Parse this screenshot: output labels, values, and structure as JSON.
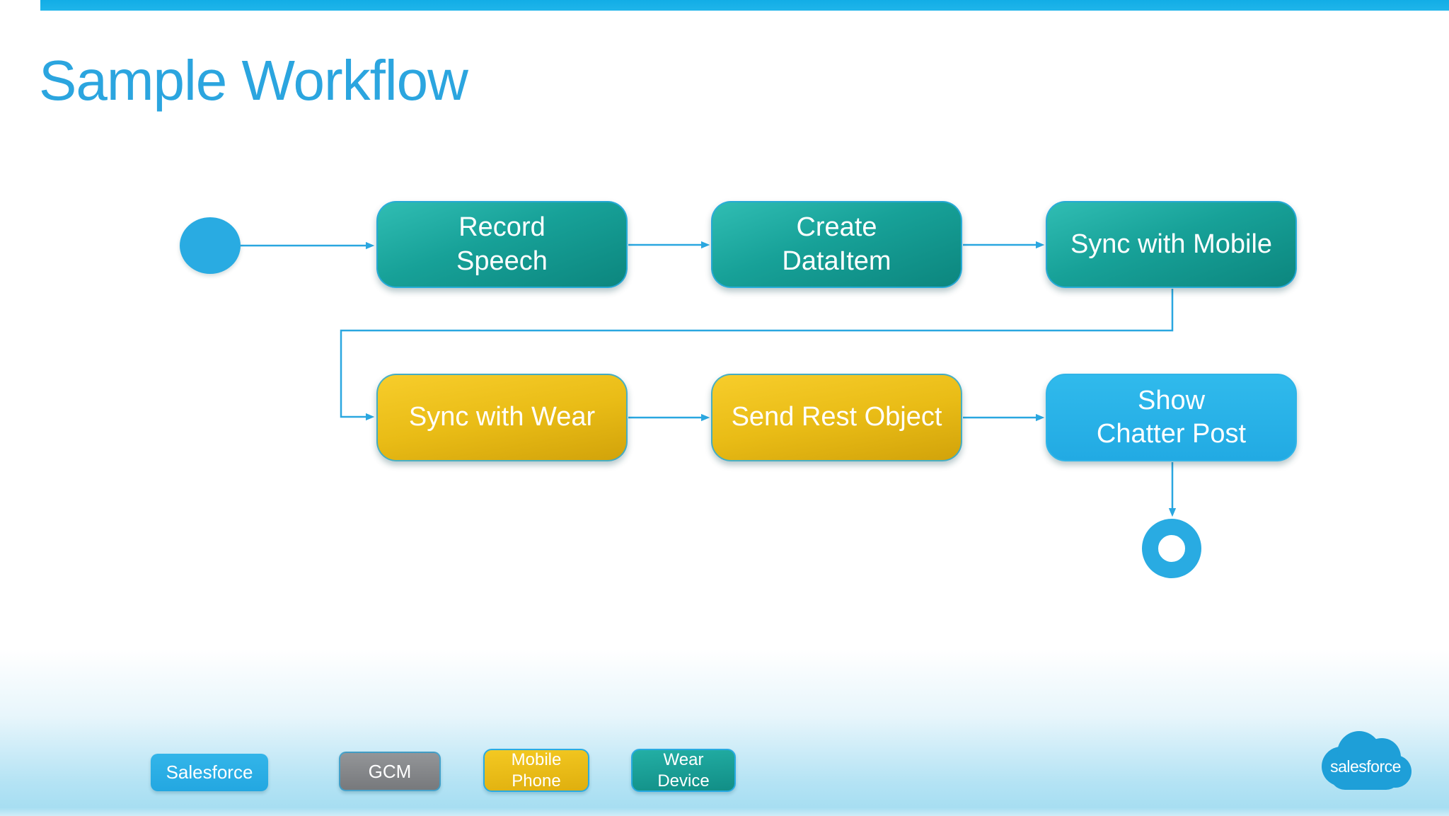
{
  "slide": {
    "title": "Sample Workflow"
  },
  "diagram": {
    "nodes": [
      {
        "label": "Record\nSpeech",
        "fill": "#17A198"
      },
      {
        "label": "Create\nDataItem",
        "fill": "#17A198"
      },
      {
        "label": "Sync with Mobile",
        "fill": "#17A198"
      },
      {
        "label": "Sync with Wear",
        "fill": "#E9BC16"
      },
      {
        "label": "Send Rest Object",
        "fill": "#E9BC16"
      },
      {
        "label": "Show\nChatter Post",
        "fill": "#29B3E9"
      }
    ],
    "start_marker": "filled-circle",
    "end_marker": "ring"
  },
  "legend": [
    {
      "label": "Salesforce",
      "color": "#29ABE2"
    },
    {
      "label": "GCM",
      "color": "#85878A"
    },
    {
      "label": "Mobile\nPhone",
      "color": "#E3B312"
    },
    {
      "label": "Wear\nDevice",
      "color": "#16A096"
    }
  ],
  "footer": {
    "logo_text": "salesforce"
  },
  "colors": {
    "accent_cyan": "#29ABE2",
    "top_bar": "#13B0E8",
    "title_text": "#2BA5DF",
    "teal_node_top": "#30BDB3",
    "teal_node_bottom": "#0C867E",
    "yellow_node_top": "#F7CD2B",
    "yellow_node_bottom": "#D2A30A",
    "blue_node": "#29B3E9",
    "bottom_band": "#A7DEF2",
    "logo_blue": "#1E9FD8"
  }
}
